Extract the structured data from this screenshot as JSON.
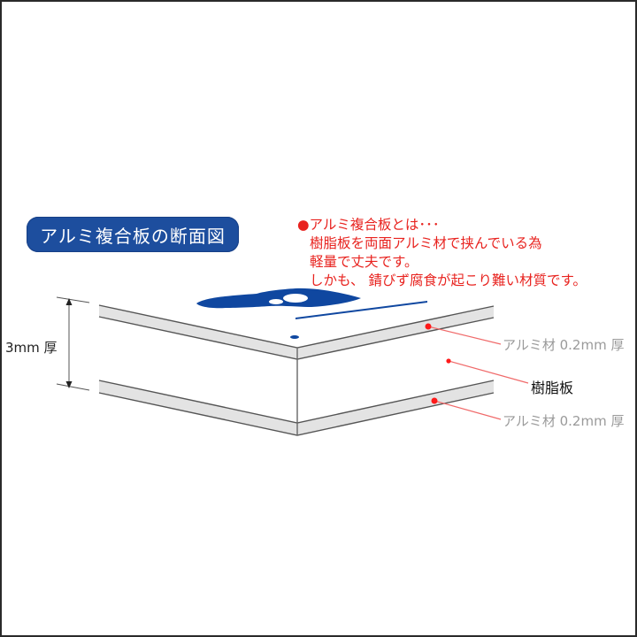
{
  "title": "アルミ複合板の断面図",
  "description": {
    "bullet": "●",
    "heading": "アルミ複合板とは･･･",
    "lines": [
      "樹脂板を両面アルミ材で挟んでいる為",
      "軽量で丈夫です。",
      "しかも、 錆びず腐食が起こり難い材質です。"
    ]
  },
  "dimension": {
    "label": "3mm 厚"
  },
  "layers": [
    {
      "name": "top-aluminum",
      "label": "アルミ材 0.2mm 厚"
    },
    {
      "name": "resin-core",
      "label": "樹脂板"
    },
    {
      "name": "bottom-aluminum",
      "label": "アルミ材 0.2mm 厚"
    }
  ],
  "colors": {
    "title_bg": "#1d4e9e",
    "note_text": "#e8231f",
    "aluminum_fill": "#e3e3e3",
    "edge_line": "#555555",
    "leader": "#f06a6a",
    "marker": "#ff0000",
    "logo_blue": "#0f47a0",
    "gray_label": "#9a9a9a"
  }
}
